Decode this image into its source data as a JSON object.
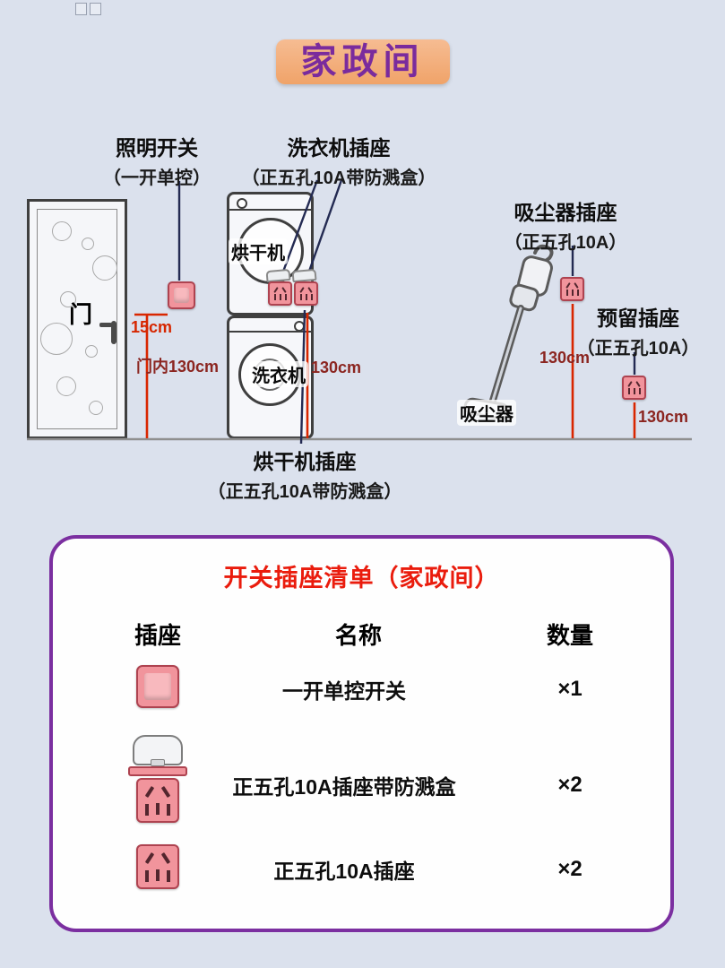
{
  "title": "家政间",
  "colors": {
    "background": "#dbe1ed",
    "title_text": "#7a2b9d",
    "title_banner": "#f4ad7b",
    "socket_pink": "#f1949c",
    "socket_border": "#ae4350",
    "measure_red": "#d62600",
    "measure_maroon": "#8b2520",
    "panel_border": "#7b2fa0",
    "table_title_red": "#ea1c0d"
  },
  "icons": {
    "light-switch-icon": "pink rocker switch square",
    "five-hole-socket-icon": "pink five-hole socket square",
    "splash-cover-socket-icon": "five-hole socket with flip splash cover",
    "door-handle-icon": "door lever handle",
    "vacuum-cleaner-illustration": "stick vacuum line drawing",
    "dryer-illustration": "front-load dryer drawing",
    "washer-illustration": "front-load washer drawing",
    "door-illustration": "door with circle pattern"
  },
  "diagram": {
    "door_label": "门",
    "annotations": {
      "lighting_switch": {
        "title": "照明开关",
        "subtitle": "（一开单控）"
      },
      "washer_socket": {
        "title": "洗衣机插座",
        "subtitle": "（正五孔10A带防溅盒）"
      },
      "vacuum_socket": {
        "title": "吸尘器插座",
        "subtitle": "（正五孔10A）"
      },
      "reserved_socket": {
        "title": "预留插座",
        "subtitle": "（正五孔10A）"
      },
      "dryer_socket": {
        "title": "烘干机插座",
        "subtitle": "（正五孔10A带防溅盒）"
      }
    },
    "appliances": {
      "dryer": "烘干机",
      "washer": "洗衣机",
      "vacuum": "吸尘器"
    },
    "measurements": {
      "switch_from_door": "15cm",
      "switch_height": "门内130cm",
      "laundry_socket_height": "130cm",
      "vacuum_socket_height": "130cm",
      "reserved_socket_height": "130cm"
    }
  },
  "table": {
    "title": "开关插座清单（家政间）",
    "headers": [
      "插座",
      "名称",
      "数量"
    ],
    "rows": [
      {
        "icon": "light-switch-icon",
        "name": "一开单控开关",
        "qty": "×1"
      },
      {
        "icon": "splash-cover-socket-icon",
        "name": "正五孔10A插座带防溅盒",
        "qty": "×2"
      },
      {
        "icon": "five-hole-socket-icon",
        "name": "正五孔10A插座",
        "qty": "×2"
      }
    ]
  }
}
